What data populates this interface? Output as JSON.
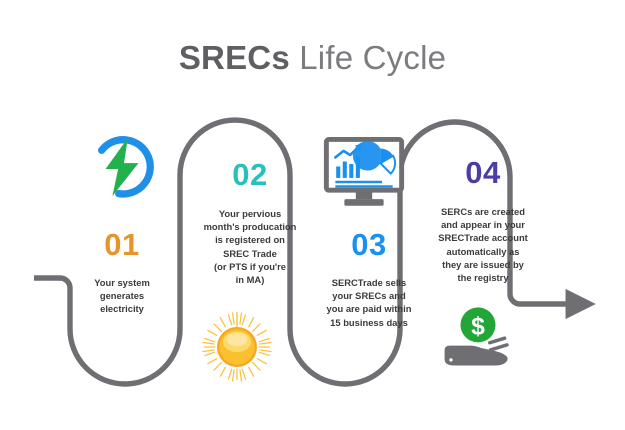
{
  "title": {
    "bold_part": "SRECs",
    "light_part": " Life Cycle",
    "full": "SRECs Life Cycle"
  },
  "colors": {
    "step1_accent": "#E8942A",
    "step2_accent": "#28BFBF",
    "step3_accent": "#1A90F0",
    "step4_accent": "#4B3DA8",
    "path_line": "#6E6E73",
    "body_text": "#3B3B3D",
    "title_text": "#6D6E72",
    "bolt_ring": "#1E90E8",
    "bolt_fill": "#22B14C",
    "sun": "#F7B733",
    "monitor_body": "#6E6E73",
    "monitor_chart": "#1A90F0",
    "coin_green": "#22A637",
    "hand_gray": "#6E6E73"
  },
  "steps": [
    {
      "number": "01",
      "icon": "lightning-bolt-icon",
      "lines": [
        "Your system",
        "generates",
        "electricity"
      ],
      "text": "Your system generates electricity"
    },
    {
      "number": "02",
      "icon": "sun-icon",
      "lines": [
        "Your pervious",
        "month's producation",
        "is registered on",
        "SREC Trade",
        "(or PTS if you're",
        "in MA)"
      ],
      "text": "Your pervious month's producation is registered on SREC Trade (or PTS if you're in MA)"
    },
    {
      "number": "03",
      "icon": "monitor-analytics-icon",
      "lines": [
        "SERCTrade sells",
        "your SRECs and",
        "you are paid within",
        "15 business days"
      ],
      "text": "SERCTrade sells your SRECs and you are paid within 15 business days"
    },
    {
      "number": "04",
      "icon": "money-in-hand-icon",
      "lines": [
        "SERCs are created",
        "and appear in your",
        "SRECTrade account",
        "automatically as",
        "they are issued by",
        "the registry"
      ],
      "text": "SERCs are created and appear in your SRECTrade account automatically as they are issued by the registry"
    }
  ]
}
